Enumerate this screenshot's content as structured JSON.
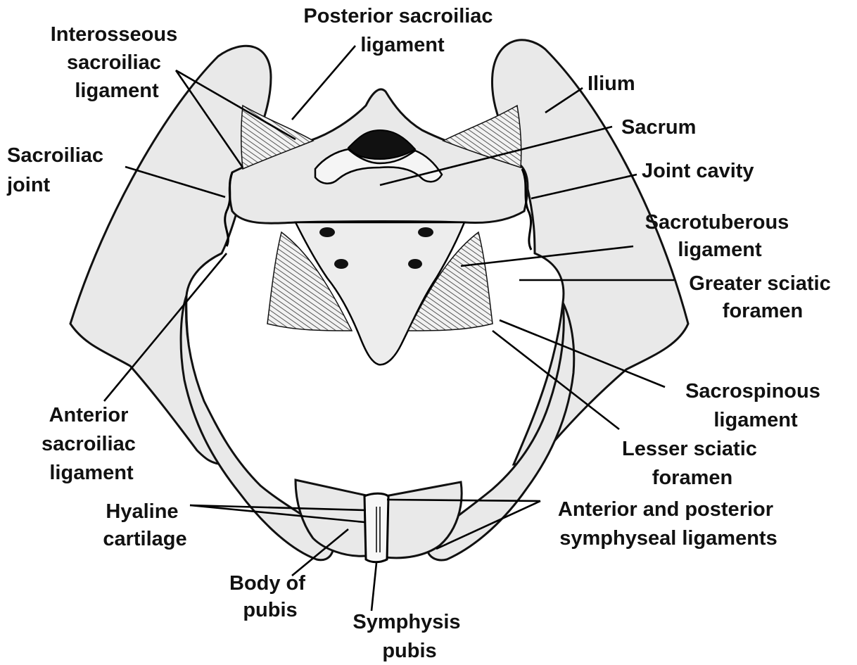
{
  "labels": {
    "posterior_sacroiliac_ligament": [
      "Posterior sacroiliac",
      "ligament"
    ],
    "interosseous_sacroiliac_ligament": [
      "Interosseous",
      "sacroiliac",
      "ligament"
    ],
    "sacroiliac_joint": [
      "Sacroiliac",
      "joint"
    ],
    "ilium": [
      "Ilium"
    ],
    "sacrum": [
      "Sacrum"
    ],
    "joint_cavity": [
      "Joint cavity"
    ],
    "sacrotuberous_ligament": [
      "Sacrotuberous",
      "ligament"
    ],
    "greater_sciatic_foramen": [
      "Greater sciatic",
      "foramen"
    ],
    "sacrospinous_ligament": [
      "Sacrospinous",
      "ligament"
    ],
    "lesser_sciatic_foramen": [
      "Lesser sciatic",
      "foramen"
    ],
    "anterior_sacroiliac_ligament": [
      "Anterior",
      "sacroiliac",
      "ligament"
    ],
    "hyaline_cartilage": [
      "Hyaline",
      "cartilage"
    ],
    "anterior_posterior_symphyseal_ligaments": [
      "Anterior and posterior",
      "symphyseal ligaments"
    ],
    "body_of_pubis": [
      "Body of",
      "pubis"
    ],
    "symphysis_pubis": [
      "Symphysis",
      "pubis"
    ]
  },
  "colors": {
    "bone_fill": "#e9e9e9",
    "bone_shade": "#d4d4d4",
    "ink": "#111111",
    "background": "#ffffff"
  }
}
